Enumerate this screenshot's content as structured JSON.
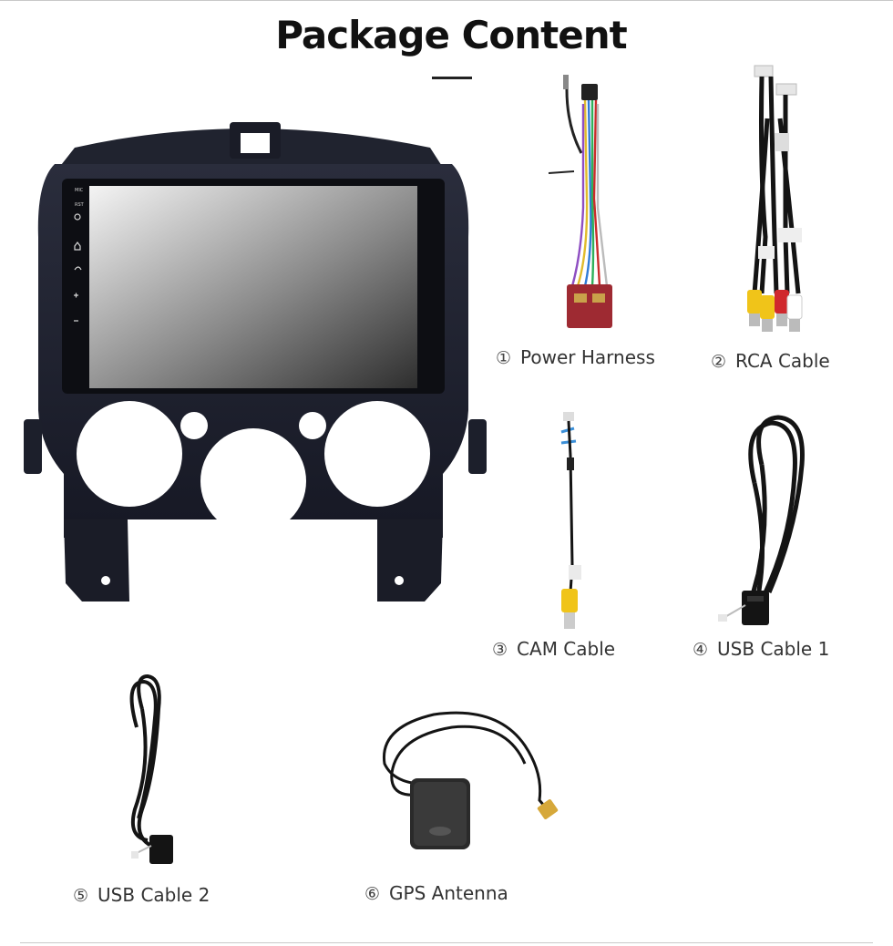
{
  "header": {
    "title": "Package Content"
  },
  "head_unit": {
    "screen_buttons": [
      "MIC",
      "RST"
    ]
  },
  "items": [
    {
      "number": "①",
      "label": "Power Harness",
      "icon": "power-harness-icon"
    },
    {
      "number": "②",
      "label": "RCA Cable",
      "icon": "rca-cable-icon"
    },
    {
      "number": "③",
      "label": "CAM Cable",
      "icon": "cam-cable-icon"
    },
    {
      "number": "④",
      "label": "USB Cable 1",
      "icon": "usb-cable-icon"
    },
    {
      "number": "⑤",
      "label": "USB Cable 2",
      "icon": "usb-cable-icon"
    },
    {
      "number": "⑥",
      "label": "GPS Antenna",
      "icon": "gps-antenna-icon"
    }
  ],
  "colors": {
    "frame": "#1b1e2b",
    "cable": "#141414",
    "connector_red": "#9e2a32",
    "rca_yellow": "#f0c419",
    "rca_red": "#d0282d"
  }
}
